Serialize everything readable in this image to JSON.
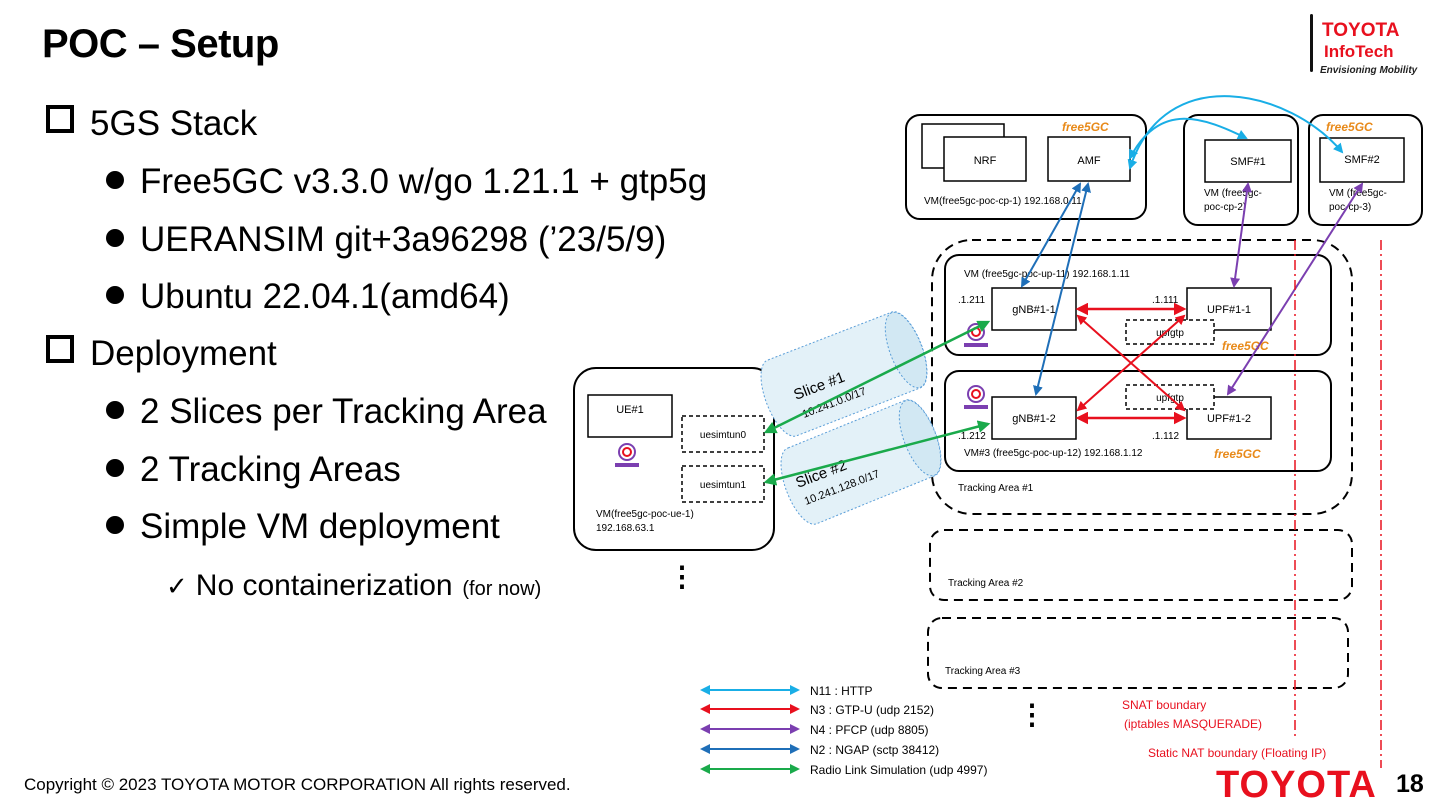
{
  "slide": {
    "title": "POC – Setup",
    "bullets": {
      "stack": "5GS Stack",
      "free5gc": "Free5GC v3.3.0 w/go 1.21.1 + gtp5g",
      "ueransim": "UERANSIM git+3a96298 (’23/5/9)",
      "ubuntu": "Ubuntu 22.04.1(amd64)",
      "deployment": "Deployment",
      "slices": "2 Slices per Tracking Area",
      "tas": "2 Tracking Areas",
      "simple_vm": "Simple VM deployment",
      "no_container": "No containerization",
      "no_container_note": "(for now)"
    },
    "copyright": "Copyright ©  2023 TOYOTA MOTOR CORPORATION All rights reserved.",
    "page_number": "18",
    "brand": "TOYOTA",
    "logo": {
      "line1": "TOYOTA",
      "line2": "InfoTech",
      "tagline": "Envisioning Mobility"
    }
  },
  "diagram": {
    "free5gc_logo": "free5GC",
    "cp1": {
      "nrf": "NRF",
      "amf": "AMF",
      "vm": "VM(free5gc-poc-cp-1) 192.168.0.11"
    },
    "cp2": {
      "smf": "SMF#1",
      "vm1": "VM (free5gc-",
      "vm2": "poc-cp-2)"
    },
    "cp3": {
      "smf": "SMF#2",
      "vm1": "VM (free5gc-",
      "vm2": "poc-cp-3)"
    },
    "up11": {
      "vm": "VM (free5gc-poc-up-11) 192.168.1.11",
      "gnb": "gNB#1-1",
      "upf": "UPF#1-1",
      "upfgtp": "upfgtp",
      "gnb_ip": ".1.211",
      "upf_ip": ".1.111"
    },
    "up12": {
      "vm": "VM#3 (free5gc-poc-up-12) 192.168.1.12",
      "gnb": "gNB#1-2",
      "upf": "UPF#1-2",
      "upfgtp": "upfgtp",
      "gnb_ip": ".1.212",
      "upf_ip": ".1.112"
    },
    "ta1": "Tracking Area #1",
    "ta2": "Tracking Area #2",
    "ta3": "Tracking Area #3",
    "ue": {
      "name": "UE#1",
      "tun0": "uesimtun0",
      "tun1": "uesimtun1",
      "vm1": "VM(free5gc-poc-ue-1)",
      "vm2": "192.168.63.1"
    },
    "slice1": {
      "name": "Slice #1",
      "net": "10.241.0.0/17"
    },
    "slice2": {
      "name": "Slice #2",
      "net": "10.241.128.0/17"
    },
    "legend": [
      {
        "label": "N11 : HTTP",
        "color": "#19aee6"
      },
      {
        "label": "N3 : GTP-U (udp 2152)",
        "color": "#e8101e"
      },
      {
        "label": "N4 : PFCP (udp 8805)",
        "color": "#7b3fb0"
      },
      {
        "label": "N2 : NGAP (sctp 38412)",
        "color": "#1f6fb8"
      },
      {
        "label": "Radio Link Simulation (udp 4997)",
        "color": "#1aaa4b"
      }
    ],
    "snat1": "SNAT boundary",
    "snat2": "(iptables MASQUERADE)",
    "static_nat": "Static NAT boundary  (Floating IP)",
    "ellipsis": "⋮"
  }
}
